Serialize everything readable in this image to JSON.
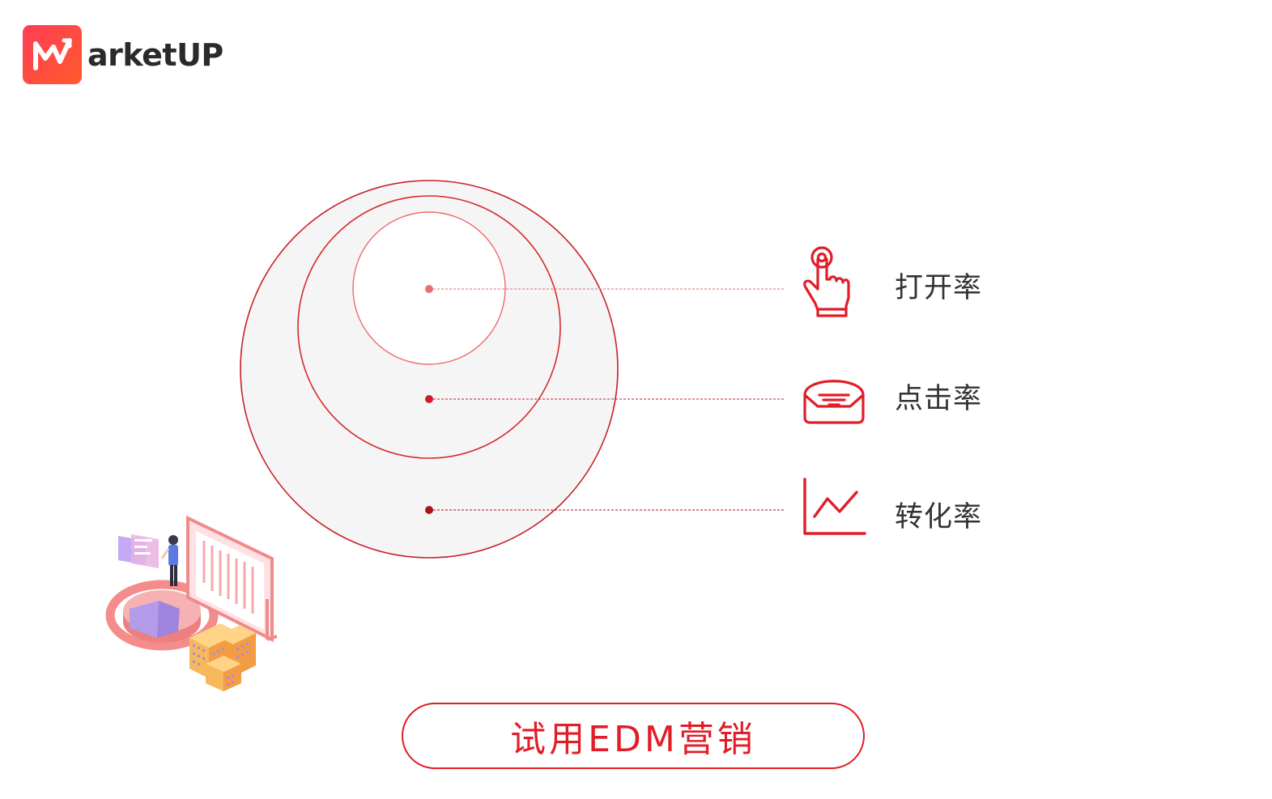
{
  "brand": {
    "name": "arketUP",
    "logo_icon": "m-chart-logo-icon",
    "accent_color": "#ff3d57"
  },
  "metrics": [
    {
      "label": "打开率",
      "icon": "tap-finger-icon"
    },
    {
      "label": "点击率",
      "icon": "envelope-icon"
    },
    {
      "label": "转化率",
      "icon": "line-chart-icon"
    }
  ],
  "cta": {
    "label": "试用EDM营销",
    "color": "#e11d28"
  },
  "colors": {
    "circle_stroke": "#c8202a",
    "inner_circle_stroke": "#ee6a6a",
    "circle_fill": "#f5f5f5"
  },
  "illustration": {
    "name": "data-analyst-illustration"
  }
}
